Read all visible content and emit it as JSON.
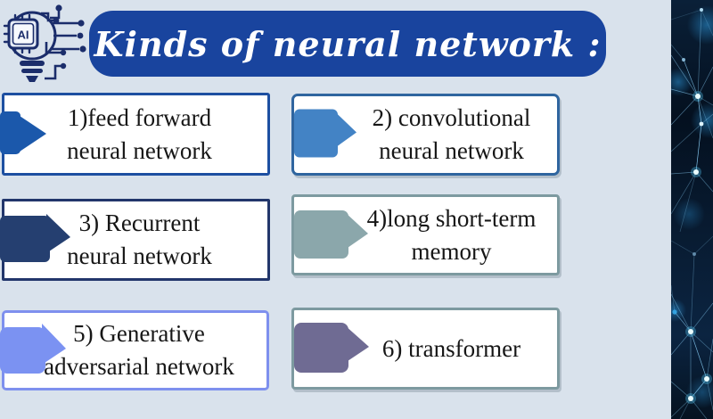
{
  "page": {
    "background_color": "#d9e2ec"
  },
  "header": {
    "title": "Kinds of neural network :",
    "banner_color": "#19449e",
    "title_color": "#ffffff",
    "ai_icon_label": "AI",
    "ai_icon_color": "#1b2d6b"
  },
  "cards": [
    {
      "lines": [
        "1)feed forward",
        "neural network"
      ],
      "border_color": "#1d4fa1",
      "arrow_color": "#1b58ab"
    },
    {
      "lines": [
        "2) convolutional",
        "neural network"
      ],
      "border_color": "#2f659f",
      "arrow_color": "#4383c5"
    },
    {
      "lines": [
        "3) Recurrent",
        "neural network"
      ],
      "border_color": "#22366b",
      "arrow_color": "#253f70"
    },
    {
      "lines": [
        "4)long short-term",
        "memory"
      ],
      "border_color": "#7d9aa0",
      "arrow_color": "#8ba7ab"
    },
    {
      "lines": [
        "5) Generative",
        "adversarial network"
      ],
      "border_color": "#7e90ee",
      "arrow_color": "#7b92f2"
    },
    {
      "lines": [
        "6) transformer"
      ],
      "border_color": "#7d9aa0",
      "arrow_color": "#6f6b93"
    }
  ],
  "sidebar": {
    "background_color": "#071830",
    "network_color": "#8fd6ff"
  }
}
